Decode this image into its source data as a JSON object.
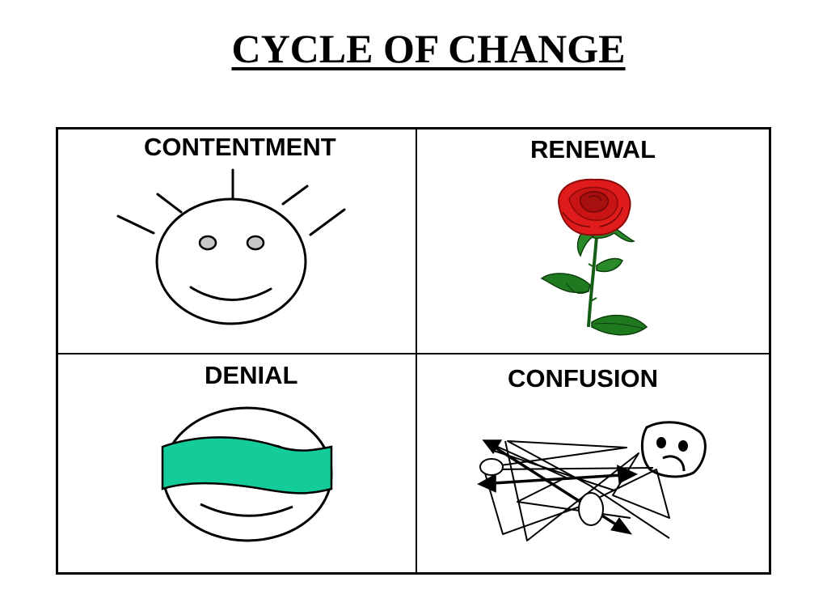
{
  "title": "CYCLE OF CHANGE",
  "quadrants": {
    "top_left": {
      "label": "CONTENTMENT",
      "icon": "smiley-sun-face-icon"
    },
    "top_right": {
      "label": "RENEWAL",
      "icon": "red-rose-icon"
    },
    "bottom_left": {
      "label": "DENIAL",
      "icon": "blindfolded-face-icon"
    },
    "bottom_right": {
      "label": "CONFUSION",
      "icon": "tangled-stick-figure-icon"
    }
  },
  "colors": {
    "line": "#000000",
    "blindfold": "#14cc99",
    "rose_petal": "#e01b1b",
    "rose_dark": "#8c0a0a",
    "leaf": "#1f7a1f",
    "eye_fill": "#c8c8c8"
  }
}
